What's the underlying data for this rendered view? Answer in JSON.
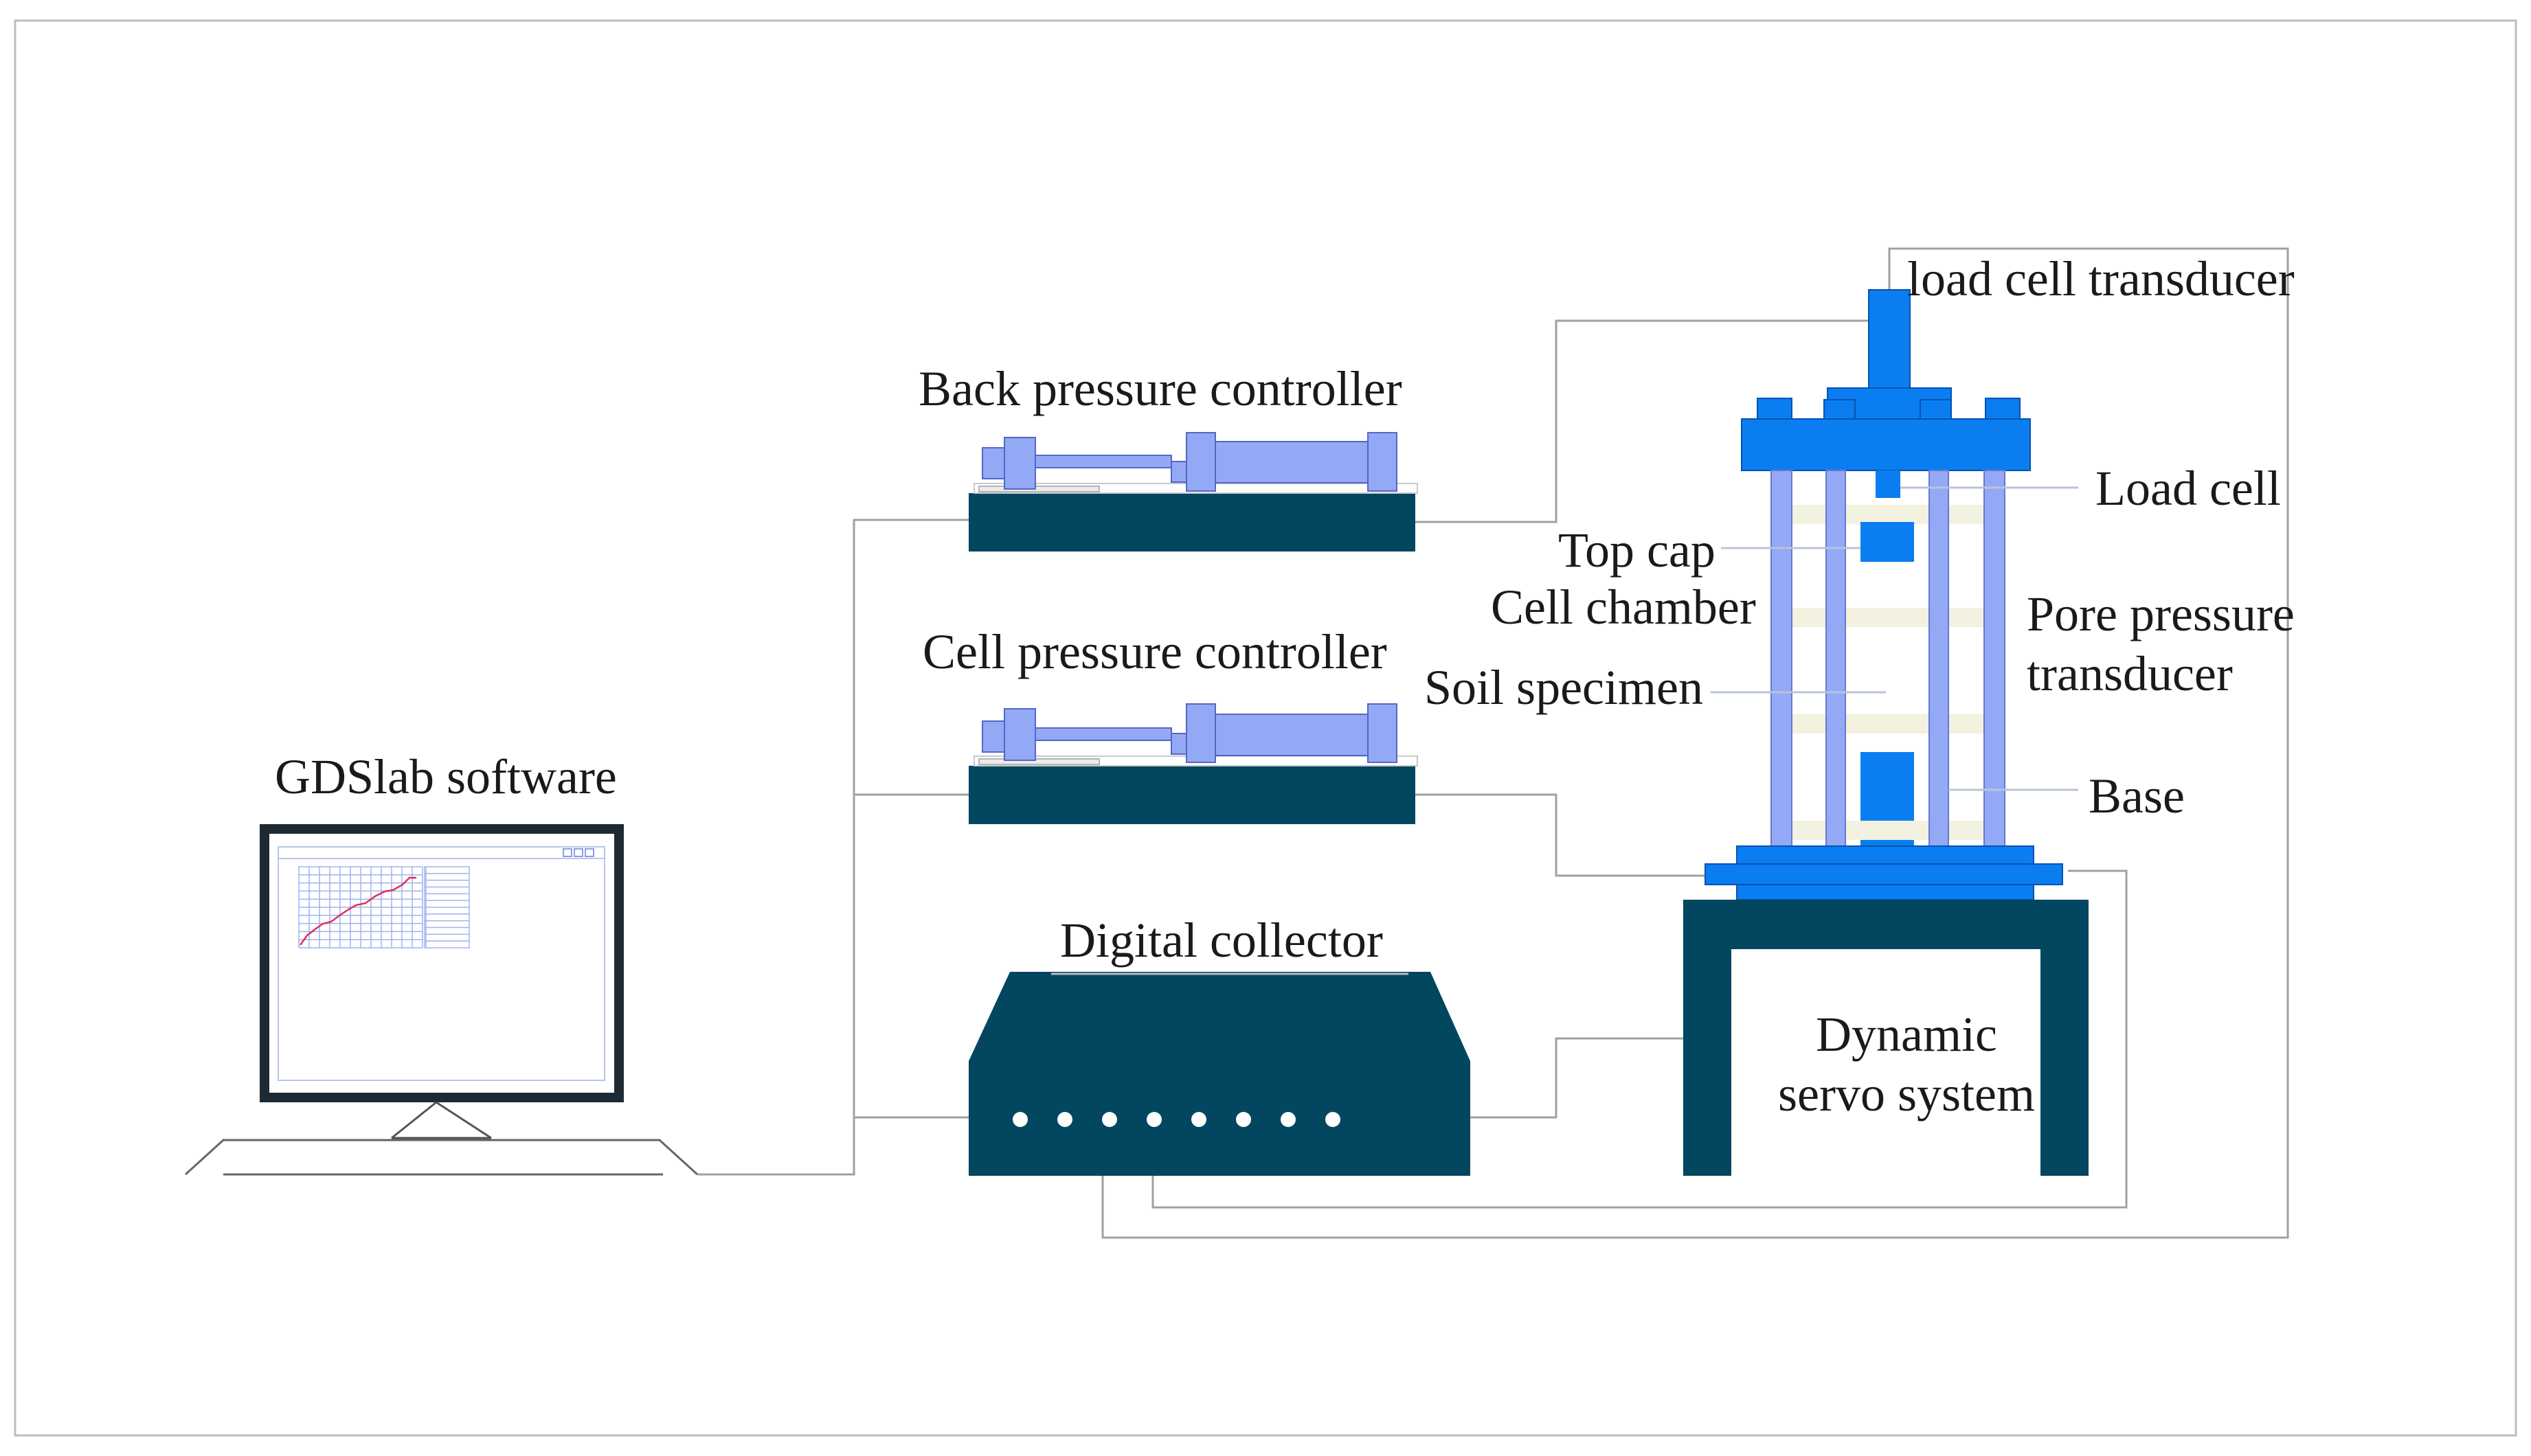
{
  "labels": {
    "load_cell_transducer": "load cell transducer",
    "load_cell": "Load cell",
    "top_cap": "Top cap",
    "cell_chamber": "Cell chamber",
    "pore_pressure_line1": "Pore pressure",
    "pore_pressure_line2": "transducer",
    "soil_specimen": "Soil specimen",
    "base": "Base",
    "back_pressure_controller": "Back pressure controller",
    "cell_pressure_controller": "Cell pressure controller",
    "digital_collector": "Digital collector",
    "gdslab_software": "GDSlab software",
    "dynamic_line1": "Dynamic",
    "dynamic_line2": "servo system"
  },
  "colors": {
    "dark_teal": "#02465f",
    "bright_blue": "#0a7ef0",
    "light_blue": "#93a9f5",
    "cream_band": "#f3f1df",
    "wire_gray": "#a0a0a0",
    "screen_grid": "#9fb3f0",
    "screen_curve": "#e0305a"
  },
  "collector": {
    "led_count": 8
  }
}
